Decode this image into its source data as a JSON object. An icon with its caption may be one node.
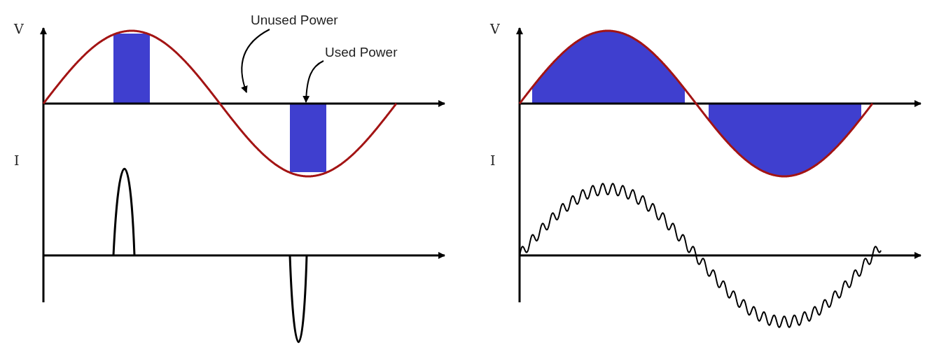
{
  "diagram": {
    "nodes": [
      {
        "text": [
          "Unused Power"
        ]
      },
      {
        "text": [
          "Used Power"
        ]
      },
      {
        "text": [],
        "shape": "bar"
      },
      {
        "text": [],
        "shape": "bar"
      },
      {
        "text": [],
        "shape": "area"
      },
      {
        "text": [],
        "shape": "area"
      }
    ],
    "edges": [
      {
        "from": 0,
        "to": null,
        "arrow": "to"
      },
      {
        "from": 1,
        "to": 3,
        "arrow": "to"
      }
    ],
    "labels": [
      "V",
      "I",
      "V",
      "I"
    ]
  }
}
